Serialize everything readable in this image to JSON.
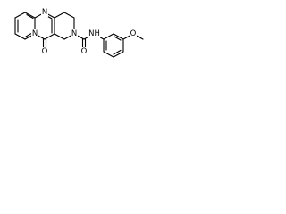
{
  "molecule": {
    "atom_labels": {
      "pyridine_nitrogen": "N",
      "pyrimidine_nitrogen": "N",
      "ring_nitrogen": "N",
      "carbonyl_oxygen": "O",
      "amide_oxygen": "O",
      "amide_nh": "NH",
      "methoxy_oxygen": "O"
    },
    "colors": {
      "bond": "#000000",
      "label": "#000000",
      "background": "#ffffff"
    }
  }
}
